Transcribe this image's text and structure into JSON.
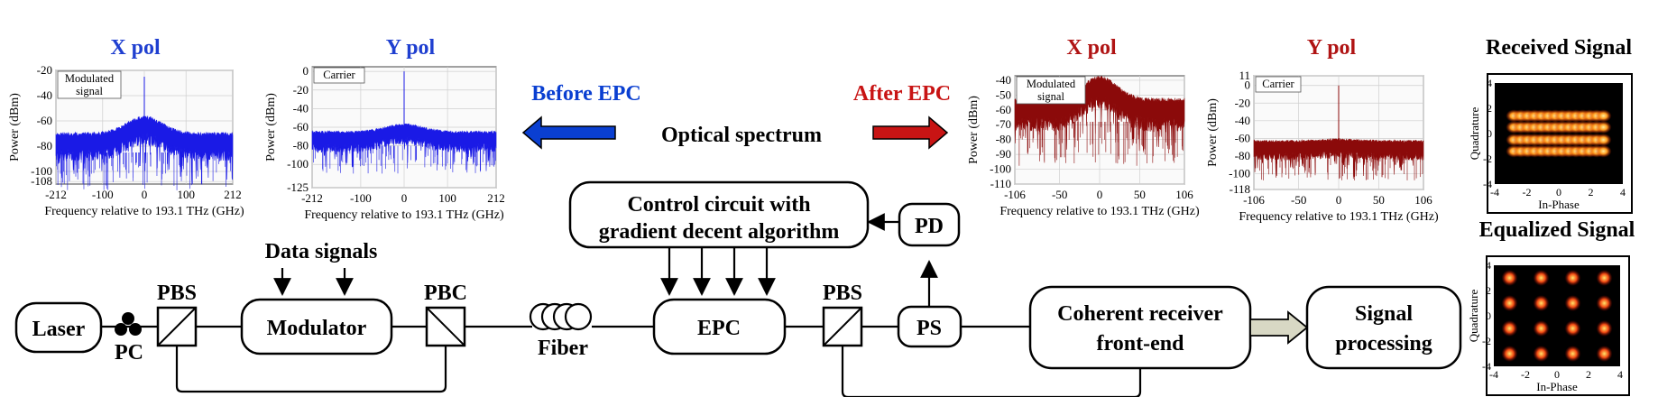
{
  "colors": {
    "blue_title": "#1f3fd0",
    "red_title": "#b01414",
    "blue_trace": "#1a1ae6",
    "red_trace": "#8b0a0a",
    "before_arrow": "#0a3fd1",
    "after_arrow": "#c81414",
    "output_arrow": "#d8d8c4",
    "box_stroke": "#000000"
  },
  "labels": {
    "before_epc": "Before EPC",
    "after_epc": "After EPC",
    "optical_spectrum": "Optical spectrum",
    "data_signals": "Data signals",
    "received_signal": "Received Signal",
    "equalized_signal": "Equalized Signal"
  },
  "blocks": {
    "laser": "Laser",
    "pc": "PC",
    "pbs_left": "PBS",
    "modulator": "Modulator",
    "pbc": "PBC",
    "fiber": "Fiber",
    "epc": "EPC",
    "control_line1": "Control circuit with",
    "control_line2": "gradient decent algorithm",
    "pd": "PD",
    "pbs_right": "PBS",
    "ps": "PS",
    "receiver_line1": "Coherent receiver",
    "receiver_line2": "front-end",
    "sp_line1": "Signal",
    "sp_line2": "processing"
  },
  "chart_data": [
    {
      "type": "line",
      "id": "before_x",
      "title": "X pol",
      "xlabel": "Frequency relative to 193.1 THz (GHz)",
      "ylabel": "Power (dBm)",
      "legend": [
        "Modulated",
        "signal"
      ],
      "xlim": [
        -212,
        212
      ],
      "ylim": [
        -110,
        -20
      ],
      "xticks": [
        -212,
        -100,
        0,
        100,
        212
      ],
      "yticks": [
        -20,
        -40,
        -60,
        -80,
        -100,
        -108
      ],
      "noise_floor": -75,
      "hump_peak": -62,
      "spike_peak": -25,
      "grid": true
    },
    {
      "type": "line",
      "id": "before_y",
      "title": "Y pol",
      "xlabel": "Frequency relative to 193.1 THz (GHz)",
      "ylabel": "Power (dBm)",
      "legend": [
        "Carrier"
      ],
      "xlim": [
        -212,
        212
      ],
      "ylim": [
        -125,
        5
      ],
      "xticks": [
        -212,
        -100,
        0,
        100,
        212
      ],
      "yticks": [
        0,
        -20,
        -40,
        -60,
        -80,
        -100,
        -125
      ],
      "noise_floor": -70,
      "hump_peak": -62,
      "spike_peak": 0,
      "grid": true
    },
    {
      "type": "line",
      "id": "after_x",
      "title": "X pol",
      "xlabel": "Frequency relative to 193.1 THz (GHz)",
      "ylabel": "Power (dBm)",
      "legend": [
        "Modulated",
        "signal"
      ],
      "xlim": [
        -106,
        106
      ],
      "ylim": [
        -110,
        -37
      ],
      "xticks": [
        -106,
        -50,
        0,
        50,
        106
      ],
      "yticks": [
        -40,
        -50,
        -60,
        -70,
        -80,
        -90,
        -100,
        -110
      ],
      "noise_floor": -58,
      "hump_peak": -43,
      "spike_peak": -43,
      "grid": true
    },
    {
      "type": "line",
      "id": "after_y",
      "title": "Y pol",
      "xlabel": "Frequency relative to 193.1 THz (GHz)",
      "ylabel": "Power (dBm)",
      "legend": [
        "Carrier"
      ],
      "xlim": [
        -106,
        106
      ],
      "ylim": [
        -118,
        11
      ],
      "xticks": [
        -106,
        -50,
        0,
        50,
        106
      ],
      "yticks": [
        11,
        0,
        -20,
        -40,
        -60,
        -80,
        -100,
        -118
      ],
      "noise_floor": -68,
      "hump_peak": -66,
      "spike_peak": 0,
      "grid": true
    },
    {
      "type": "heatmap",
      "id": "received",
      "title": "Received Signal",
      "xlabel": "In-Phase",
      "ylabel": "Quadrature",
      "xlim": [
        -4,
        4
      ],
      "ylim": [
        -4,
        4
      ],
      "xticks": [
        -4,
        -2,
        0,
        2,
        4
      ],
      "yticks": [
        4,
        2,
        0,
        -2,
        -4
      ]
    },
    {
      "type": "heatmap",
      "id": "equalized",
      "title": "Equalized Signal",
      "xlabel": "In-Phase",
      "ylabel": "Quadrature",
      "xlim": [
        -4,
        4
      ],
      "ylim": [
        -4,
        4
      ],
      "xticks": [
        -4,
        -2,
        0,
        2,
        4
      ],
      "yticks": [
        4,
        2,
        0,
        -2,
        -4
      ],
      "constellation": [
        -3,
        -1,
        1,
        3
      ]
    }
  ]
}
